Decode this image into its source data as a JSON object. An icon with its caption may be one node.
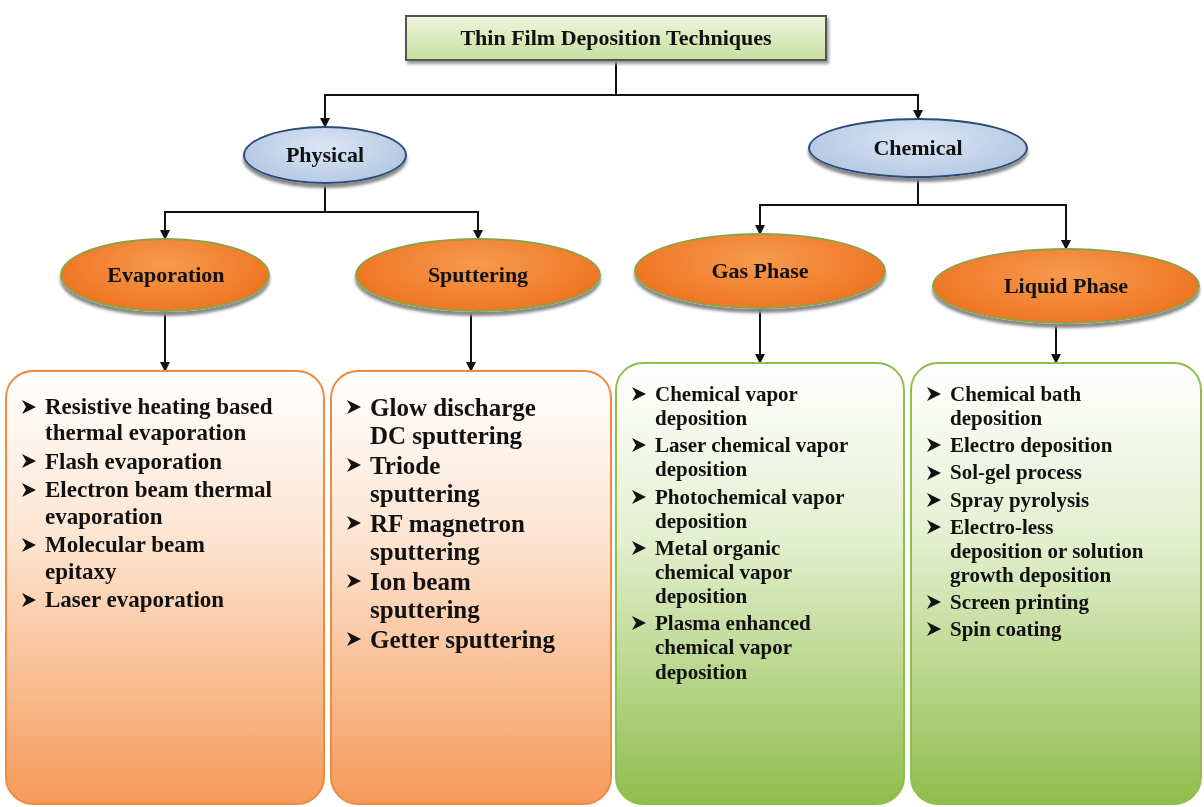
{
  "diagram": {
    "nodes": [
      {
        "text": [
          "Thin Film Deposition Techniques"
        ]
      },
      {
        "text": [
          "Physical"
        ]
      },
      {
        "text": [
          "Chemical"
        ]
      },
      {
        "text": [
          "Evaporation"
        ]
      },
      {
        "text": [
          "Sputtering"
        ]
      },
      {
        "text": [
          "Gas Phase"
        ]
      },
      {
        "text": [
          "Liquid Phase"
        ]
      },
      {
        "text": [
          "Resistive heating based thermal evaporation",
          "Flash evaporation",
          "Electron beam thermal evaporation",
          "Molecular beam epitaxy",
          "Laser evaporation"
        ]
      },
      {
        "text": [
          "Glow discharge DC sputtering",
          "Triode sputtering",
          "RF magnetron sputtering",
          "Ion beam sputtering",
          "Getter sputtering"
        ]
      },
      {
        "text": [
          "Chemical vapor deposition",
          "Laser chemical vapor deposition",
          "Photochemical vapor deposition",
          "Metal organic chemical vapor deposition",
          "Plasma enhanced chemical vapor deposition"
        ]
      },
      {
        "text": [
          "Chemical bath deposition",
          "Electro deposition",
          "Sol-gel process",
          "Spray pyrolysis",
          "Electro-less deposition or solution growth deposition",
          "Screen printing",
          "Spin coating"
        ]
      }
    ],
    "edges": [
      {
        "from": 0,
        "to": 1,
        "arrow": "to"
      },
      {
        "from": 0,
        "to": 2,
        "arrow": "to"
      },
      {
        "from": 1,
        "to": 3,
        "arrow": "to"
      },
      {
        "from": 1,
        "to": 4,
        "arrow": "to"
      },
      {
        "from": 2,
        "to": 5,
        "arrow": "to"
      },
      {
        "from": 2,
        "to": 6,
        "arrow": "to"
      },
      {
        "from": 3,
        "to": 7,
        "arrow": "to"
      },
      {
        "from": 4,
        "to": 8,
        "arrow": "to"
      },
      {
        "from": 5,
        "to": 9,
        "arrow": "to"
      },
      {
        "from": 6,
        "to": 10,
        "arrow": "to"
      }
    ]
  }
}
